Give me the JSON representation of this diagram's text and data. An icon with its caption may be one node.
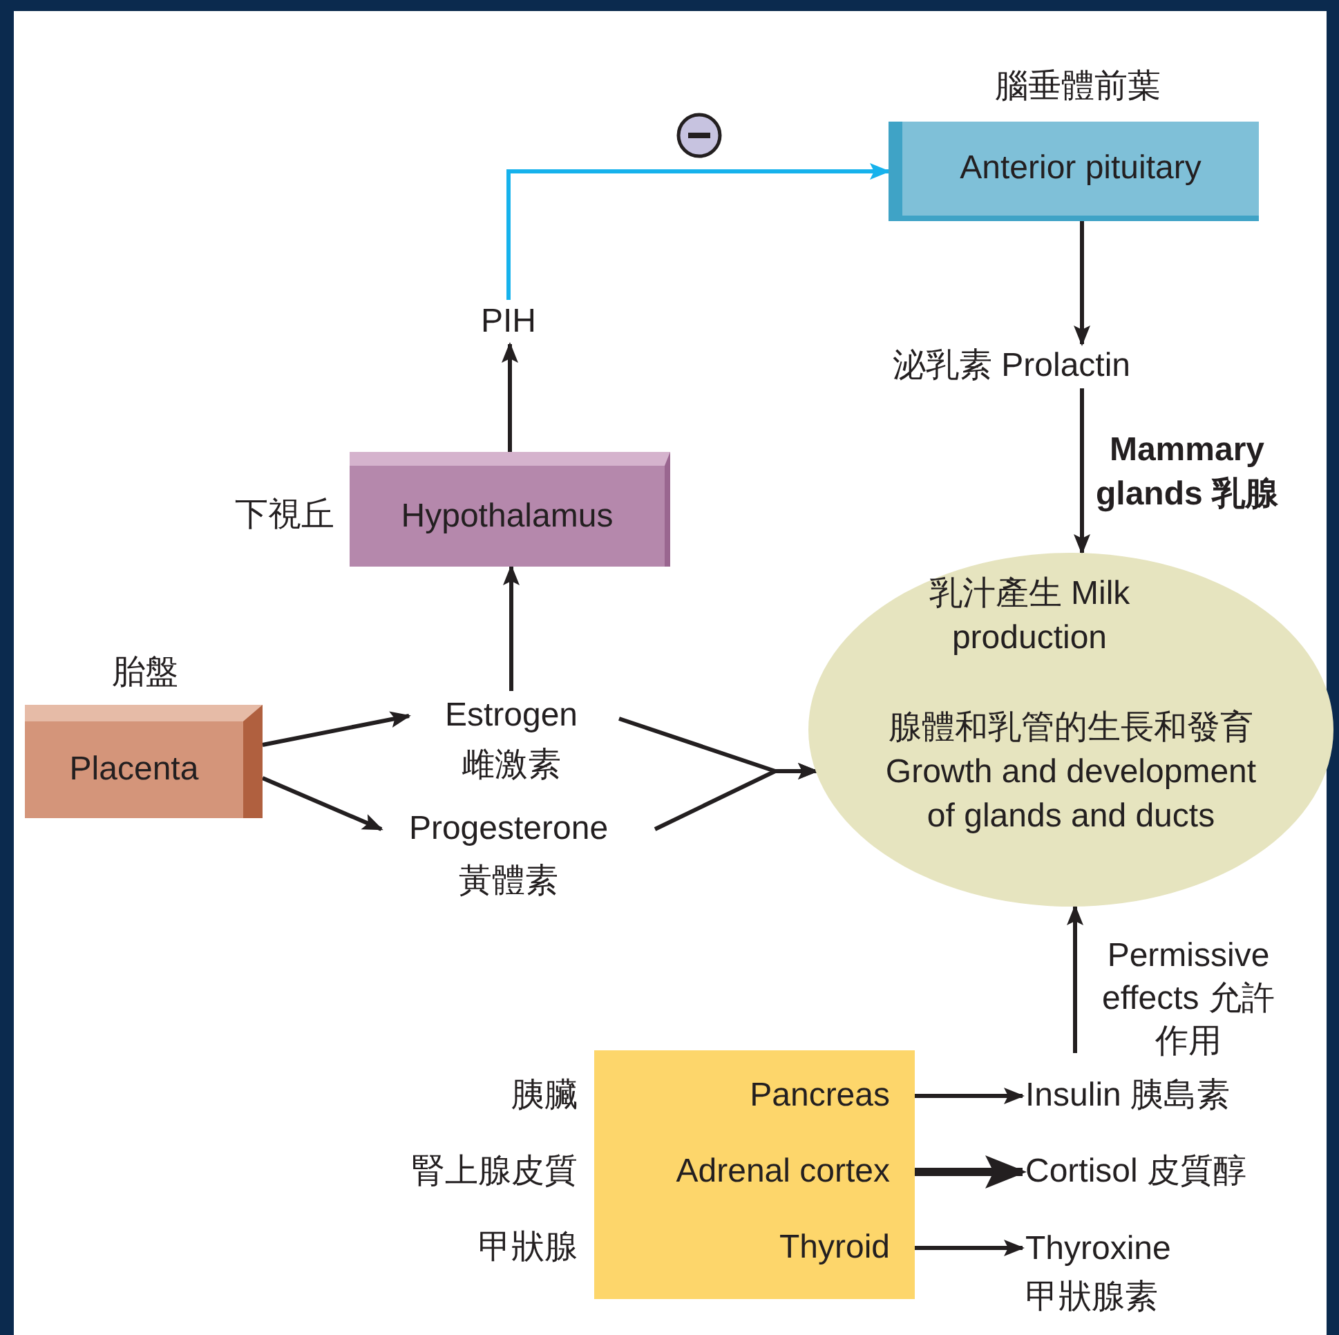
{
  "diagram": {
    "nodes": [
      {
        "text": [
          "Anterior pituitary"
        ],
        "beside": [
          "腦垂體前葉"
        ]
      },
      {
        "text": [
          "Hypothalamus"
        ],
        "beside": [
          "下視丘"
        ]
      },
      {
        "text": [
          "Placenta"
        ],
        "beside": [
          "胎盤"
        ]
      },
      {
        "text": [
          "PIH"
        ]
      },
      {
        "text": [
          "泌乳素 Prolactin"
        ]
      },
      {
        "text": [
          "Estrogen",
          "雌激素"
        ]
      },
      {
        "text": [
          "Progesterone",
          "黃體素"
        ]
      },
      {
        "text": [
          "乳汁產生 Milk production",
          "腺體和乳管的生長和發育 Growth and development of glands and ducts"
        ]
      },
      {
        "text": [],
        "shape": "box"
      },
      {
        "text": [
          "Pancreas"
        ],
        "in": 8
      },
      {
        "text": [
          "Adrenal cortex"
        ],
        "in": 8
      },
      {
        "text": [
          "Thyroid"
        ],
        "in": 8
      },
      {
        "text": [
          "Insulin 胰島素"
        ]
      },
      {
        "text": [
          "Cortisol 皮質醇"
        ]
      },
      {
        "text": [
          "Thyroxine 甲狀腺素"
        ]
      }
    ],
    "edges": [
      {
        "from": 3,
        "to": 0,
        "arrow": "to",
        "color": "#16b2ec"
      },
      {
        "from": 1,
        "to": 3,
        "arrow": "to"
      },
      {
        "from": 5,
        "to": 1,
        "arrow": "to"
      },
      {
        "from": 2,
        "to": 5,
        "arrow": "to"
      },
      {
        "from": 2,
        "to": 6,
        "arrow": "to"
      },
      {
        "from": 5,
        "to": 7,
        "arrow": "to"
      },
      {
        "from": 6,
        "to": 7,
        "arrow": "to"
      },
      {
        "from": 0,
        "to": 4,
        "arrow": "to"
      },
      {
        "from": 4,
        "to": 7,
        "arrow": "to",
        "label": "Mammary glands 乳腺"
      },
      {
        "from": 12,
        "to": 7,
        "arrow": "to",
        "label": "Permissive effects 允許作用"
      },
      {
        "from": 9,
        "to": 12,
        "arrow": "to"
      },
      {
        "from": 10,
        "to": 13,
        "arrow": "to",
        "style": "thick"
      },
      {
        "from": 11,
        "to": 14,
        "arrow": "to"
      }
    ],
    "labels": [
      "胰臟",
      "腎上腺皮質",
      "甲狀腺"
    ]
  }
}
